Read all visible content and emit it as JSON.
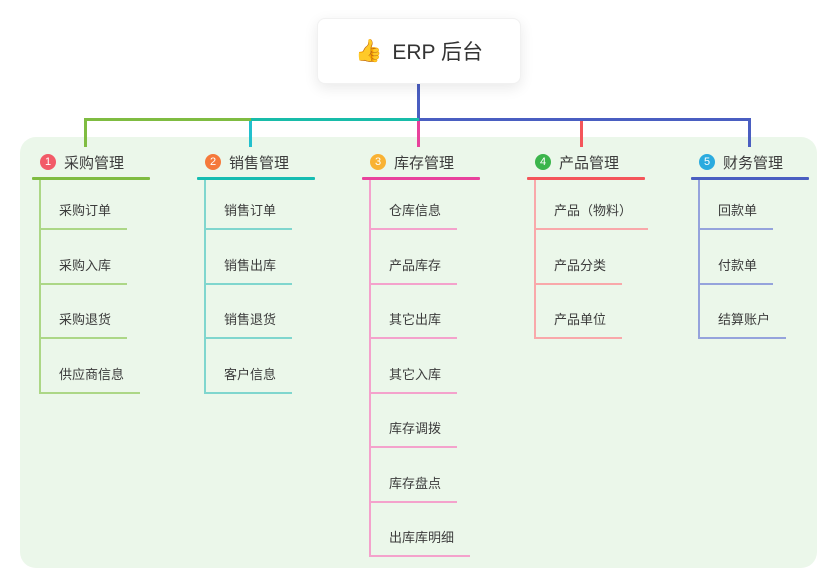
{
  "root": {
    "icon_glyph": "👍",
    "label": "ERP 后台"
  },
  "colors": {
    "panel_bg": "#EBF7EA",
    "green": "#7FBC41",
    "teal": "#18BCA9",
    "cyan": "#22C0CD",
    "pink": "#E8429C",
    "red": "#F4555A",
    "indigo": "#4A5EC1"
  },
  "branches": [
    {
      "num": "1",
      "label": "采购管理",
      "badge_color": "#F25B68",
      "color_main": "#7FBC41",
      "color_light": "#ACD786",
      "children": [
        "采购订单",
        "采购入库",
        "采购退货",
        "供应商信息"
      ]
    },
    {
      "num": "2",
      "label": "销售管理",
      "badge_color": "#F5793B",
      "color_main": "#15BDB2",
      "color_light": "#7FD6CE",
      "children": [
        "销售订单",
        "销售出库",
        "销售退货",
        "客户信息"
      ]
    },
    {
      "num": "3",
      "label": "库存管理",
      "badge_color": "#F9B233",
      "color_main": "#E8429C",
      "color_light": "#F4A2CC",
      "children": [
        "仓库信息",
        "产品库存",
        "其它出库",
        "其它入库",
        "库存调拨",
        "库存盘点",
        "出库库明细"
      ]
    },
    {
      "num": "4",
      "label": "产品管理",
      "badge_color": "#3BB54C",
      "color_main": "#F4555A",
      "color_light": "#F9A8AA",
      "children": [
        "产品（物料）",
        "产品分类",
        "产品单位"
      ]
    },
    {
      "num": "5",
      "label": "财务管理",
      "badge_color": "#2BABDF",
      "color_main": "#4A5EC1",
      "color_light": "#95A3DC",
      "children": [
        "回款单",
        "付款单",
        "结算账户"
      ]
    }
  ]
}
